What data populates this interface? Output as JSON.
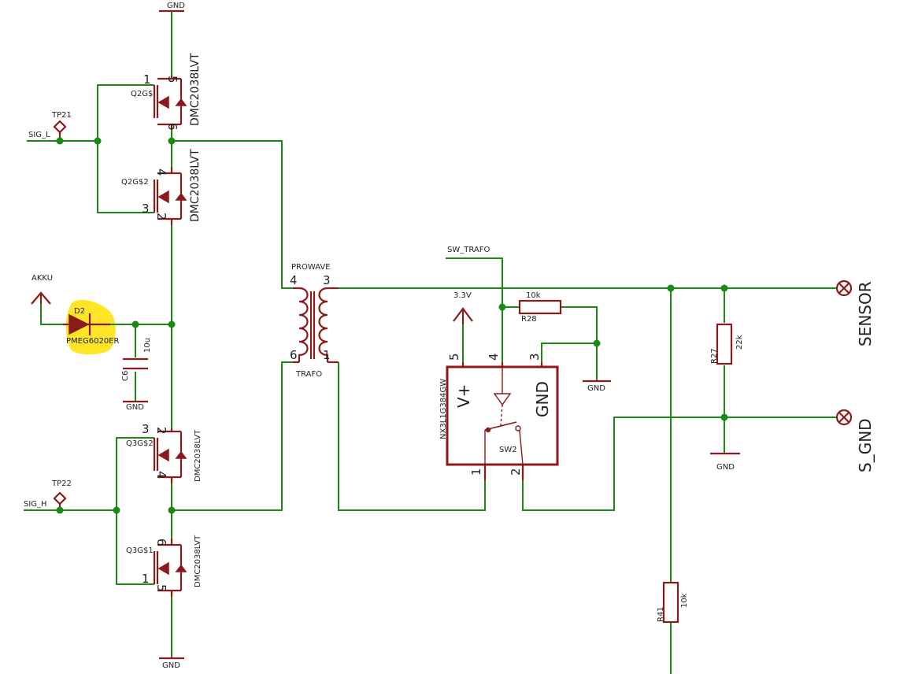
{
  "nets": {
    "gnd": "GND",
    "sig_l": "SIG_L",
    "sig_h": "SIG_H",
    "akku": "AKKU",
    "sw_trafo": "SW_TRAFO",
    "v33": "3.3V",
    "sensor": "SENSOR",
    "s_gnd": "S_GND"
  },
  "testpoints": {
    "tp21": "TP21",
    "tp22": "TP22"
  },
  "mosfets": {
    "q2a": {
      "name": "Q2G$",
      "part": "DMC2038LVT",
      "pin_gate": "1",
      "pin_top": "5",
      "pin_bottom": "6"
    },
    "q2b": {
      "name": "Q2G$2",
      "part": "DMC2038LVT",
      "pin_gate": "3",
      "pin_top": "4",
      "pin_bottom": "2"
    },
    "q3a": {
      "name": "Q3G$2",
      "part": "DMC2038LVT",
      "pin_gate": "3",
      "pin_top": "2",
      "pin_bottom": "4"
    },
    "q3b": {
      "name": "Q3G$1",
      "part": "DMC2038LVT",
      "pin_gate": "1",
      "pin_top": "6",
      "pin_bottom": "5"
    }
  },
  "diode": {
    "name": "D2",
    "part": "PMEG6020ER"
  },
  "capacitor": {
    "name": "C6",
    "value": "10u"
  },
  "transformer": {
    "name": "PROWAVE",
    "label": "TRAFO",
    "pin4": "4",
    "pin3": "3",
    "pin6": "6",
    "pin1": "1"
  },
  "switch_ic": {
    "part": "NX3L1G384GW",
    "vplus": "V+",
    "gnd": "GND",
    "sw": "SW2",
    "pin5": "5",
    "pin4": "4",
    "pin3": "3",
    "pin1": "1",
    "pin2": "2"
  },
  "resistors": {
    "r28": {
      "name": "R28",
      "value": "10k"
    },
    "r27": {
      "name": "R27",
      "value": "22k"
    },
    "r41": {
      "name": "R41",
      "value": "10k"
    }
  },
  "colors": {
    "wire": "#1b8a14",
    "part": "#8b1a1a",
    "highlight": "#ffe100"
  }
}
